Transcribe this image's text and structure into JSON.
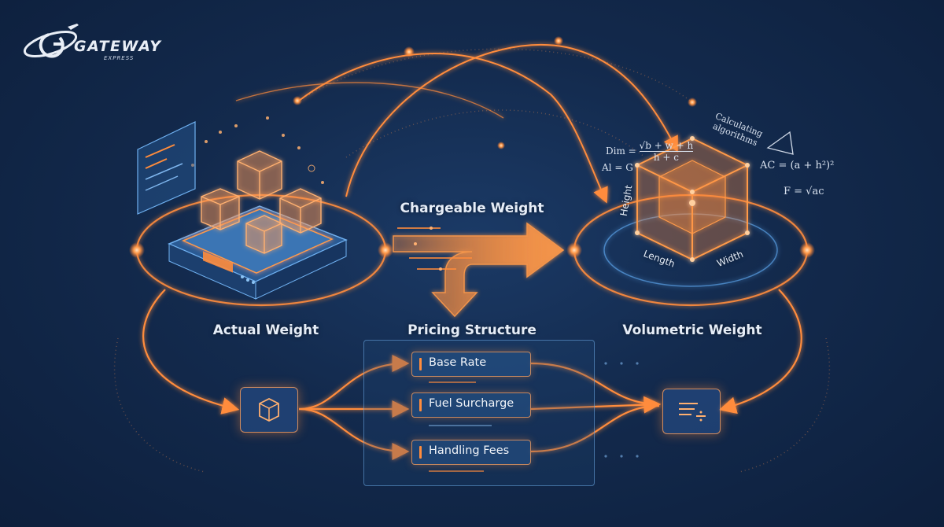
{
  "brand": {
    "name": "GATEWAY",
    "tagline": "EXPRESS"
  },
  "nodes": {
    "actual_weight": "Actual Weight",
    "volumetric_weight": "Volumetric Weight",
    "chargeable_weight": "Chargeable Weight",
    "pricing_structure": "Pricing Structure"
  },
  "fees": [
    "Base Rate",
    "Fuel Surcharge",
    "Handling Fees"
  ],
  "dimensions": {
    "height": "Height",
    "length": "Length",
    "width": "Width"
  },
  "formulas": {
    "dim": "Dim = √(b + w + h) / (h + c)",
    "dim_left": "Dim =",
    "dim_num": "√b + w + h",
    "dim_den": "h + c",
    "al": "Al = G",
    "calc": "Calculating algorithms",
    "calc_1": "Calculating",
    "calc_2": "algorithms",
    "ac": "AC = (a + h²)²",
    "f": "F = √ac"
  },
  "colors": {
    "accent": "#ff8c3c",
    "background": "#132a4d",
    "panel_border": "#6eaae6",
    "text": "#e6edf7"
  },
  "icons": [
    "globe-plane-logo",
    "scale-with-boxes",
    "package-icon",
    "invoice-calculator-icon",
    "wireframe-cube",
    "triangle-icon"
  ]
}
